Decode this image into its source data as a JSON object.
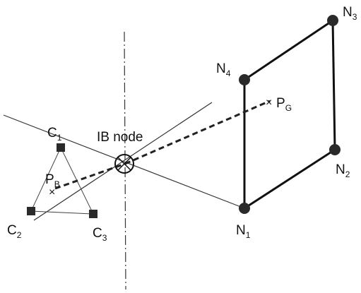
{
  "diagram": {
    "ib_label": "IB node",
    "nodes": [
      {
        "letter": "N",
        "sub": "1"
      },
      {
        "letter": "N",
        "sub": "2"
      },
      {
        "letter": "N",
        "sub": "3"
      },
      {
        "letter": "N",
        "sub": "4"
      }
    ],
    "controls": [
      {
        "letter": "C",
        "sub": "1"
      },
      {
        "letter": "C",
        "sub": "2"
      },
      {
        "letter": "C",
        "sub": "3"
      }
    ],
    "points": {
      "pg": {
        "letter": "P",
        "sub": "G"
      },
      "pb": {
        "letter": "P",
        "sub": "B"
      }
    },
    "colors": {
      "ink": "#111111",
      "thin": "#333333",
      "fill": "#2a2a2a"
    }
  }
}
